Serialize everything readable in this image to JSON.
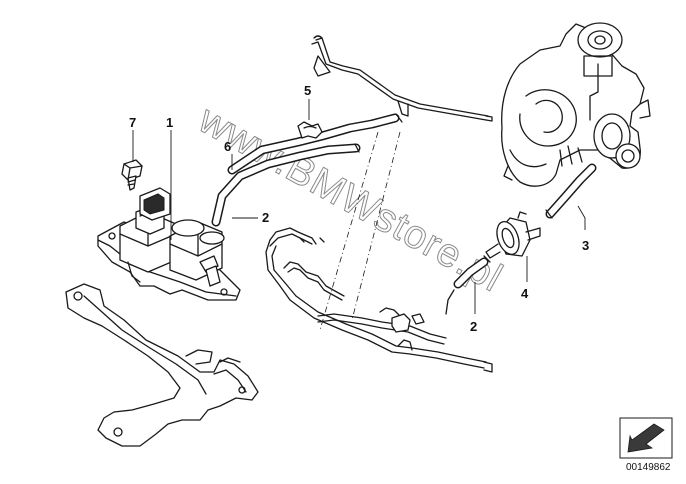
{
  "watermark": "www.BMWstore.pl",
  "doc_number": "00149862",
  "callouts": [
    "7",
    "1",
    "6",
    "2",
    "5",
    "3",
    "4",
    "2"
  ],
  "icons": [
    "arrow-icon"
  ]
}
